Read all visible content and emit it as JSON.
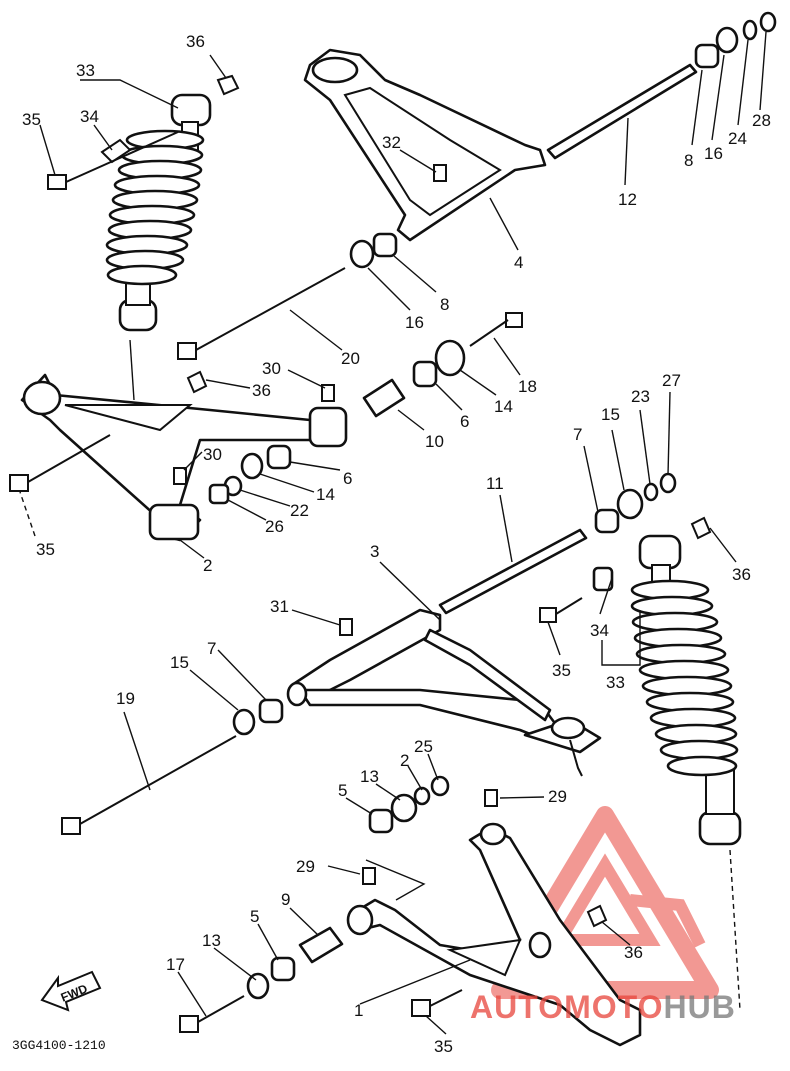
{
  "diagram": {
    "doc_code": "3GG4100-1210",
    "direction_label": "FWD",
    "callouts": {
      "c36a": "36",
      "c33a": "33",
      "c34a": "34",
      "c35a": "35",
      "c32": "32",
      "c8a": "8",
      "c16a": "16",
      "c24": "24",
      "c28": "28",
      "c12": "12",
      "c4": "4",
      "c16b": "16",
      "c8b": "8",
      "c20": "20",
      "c18": "18",
      "c30a": "30",
      "c36b": "36",
      "c6a": "6",
      "c14a": "14",
      "c10": "10",
      "c30b": "30",
      "c6b": "6",
      "c14b": "14",
      "c22": "22",
      "c26": "26",
      "c35b": "35",
      "c2a": "2",
      "c7a": "7",
      "c15a": "15",
      "c23": "23",
      "c27": "27",
      "c11": "11",
      "c3": "3",
      "c36c": "36",
      "c31": "31",
      "c34b": "34",
      "c35c": "35",
      "c33b": "33",
      "c7b": "7",
      "c15b": "15",
      "c19": "19",
      "c2b": "2",
      "c25": "25",
      "c13a": "13",
      "c5a": "5",
      "c29a": "29",
      "c29b": "29",
      "c9": "9",
      "c5b": "5",
      "c13b": "13",
      "c17": "17",
      "c36d": "36",
      "c1": "1",
      "c35d": "35"
    }
  },
  "watermark": {
    "brand_left": "AUTO",
    "brand_middle": "MOTO",
    "brand_right": "HUB",
    "color_red": "#e8453c",
    "color_grey": "#777777"
  }
}
